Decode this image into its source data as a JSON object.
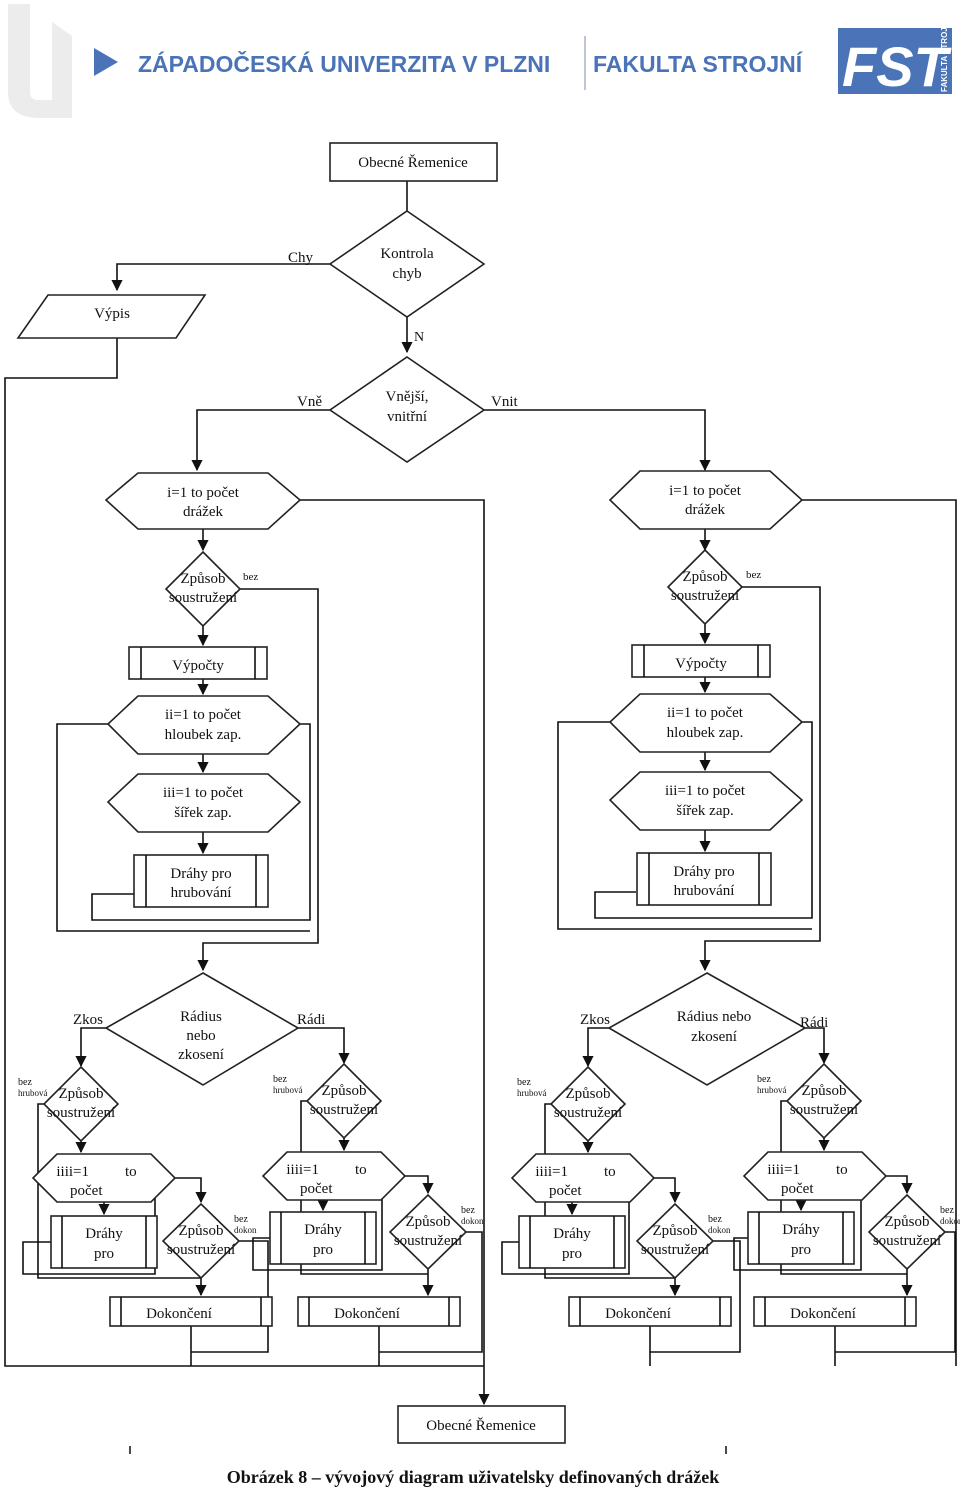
{
  "header": {
    "university": "ZÁPADOČESKÁ UNIVERZITA V PLZNI",
    "faculty": "FAKULTA STROJNÍ",
    "logo_text": "FST",
    "logo_side": "FAKULTA STROJNÍ",
    "colors": {
      "brand": "#4a73b8",
      "watermark": "#ececec",
      "divider": "#bfc6d3"
    }
  },
  "diagram": {
    "start": "Obecné Řemenice",
    "check_line1": "Kontrola",
    "check_line2": "chyb",
    "error_edge": "Chy",
    "no_edge": "N",
    "output_label": "Výpis",
    "inout_line1": "Vnější,",
    "inout_line2": "vnitřní",
    "outer_edge": "Vně",
    "inner_edge": "Vnit",
    "left": {
      "loop_grooves_l1": "i=1 to počet",
      "loop_grooves_l2": "drážek",
      "method_l1": "Způsob",
      "method_l2": "soustružení",
      "method_bez": "bez",
      "calc": "Výpočty",
      "loop_depth_l1": "ii=1 to počet",
      "loop_depth_l2": "hloubek zap.",
      "loop_width_l1": "iii=1 to počet",
      "loop_width_l2": "šířek zap.",
      "rough_l1": "Dráhy pro",
      "rough_l2": "hrubování",
      "shape_l1": "Rádius",
      "shape_l2": "nebo",
      "shape_l3": "zkosení",
      "chamfer_edge": "Zkos",
      "radius_edge": "Rádi"
    },
    "right": {
      "loop_grooves_l1": "i=1 to počet",
      "loop_grooves_l2": "drážek",
      "method_l1": "Způsob",
      "method_l2": "soustružení",
      "method_bez": "bez",
      "calc": "Výpočty",
      "loop_depth_l1": "ii=1 to počet",
      "loop_depth_l2": "hloubek zap.",
      "loop_width_l1": "iii=1 to počet",
      "loop_width_l2": "šířek zap.",
      "rough_l1": "Dráhy pro",
      "rough_l2": "hrubování",
      "shape_l1": "Rádius nebo",
      "shape_l2": "zkosení",
      "chamfer_edge": "Zkos",
      "radius_edge": "Rádi"
    },
    "sub": {
      "method_l1": "Způsob",
      "method_l2": "soustružení",
      "bez": "bez",
      "rough_bez2": "hrubová",
      "finish_bez2": "dokon",
      "loop_l1a": "iiii=1",
      "loop_l1b": "to",
      "loop_l2": "počet",
      "path_l1": "Dráhy",
      "path_l2": "pro",
      "finish": "Dokončení"
    },
    "end": "Obecné Řemenice"
  },
  "caption": "Obrázek 8 – vývojový diagram uživatelsky definovaných drážek"
}
